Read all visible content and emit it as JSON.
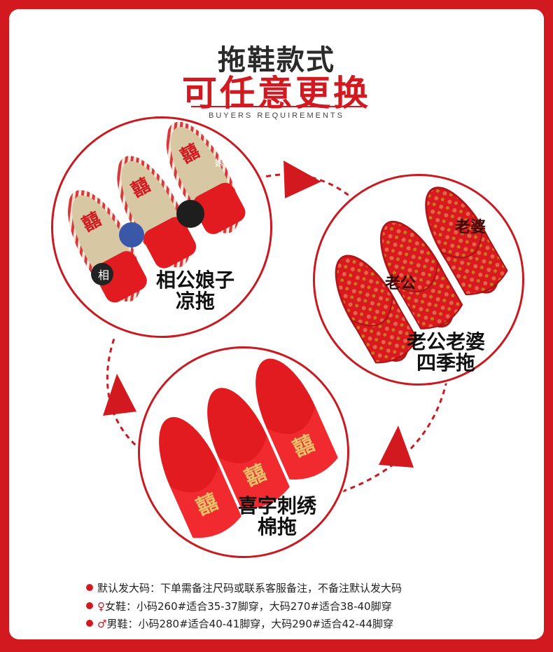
{
  "header": {
    "title_line1": "拖鞋款式",
    "title_line2": "可任意更换",
    "subtitle": "BUYERS REQUIREMENTS"
  },
  "styles": [
    {
      "label_line1": "相公娘子",
      "label_line2": "凉拖",
      "caption_a": "相",
      "caption_b": "娘子"
    },
    {
      "label_line1": "老公老婆",
      "label_line2": "四季拖",
      "caption_a": "老公",
      "caption_b": "老婆"
    },
    {
      "label_line1": "喜字刺绣",
      "label_line2": "棉拖"
    }
  ],
  "notes": [
    {
      "symbol": "",
      "prefix": "默认发大码：",
      "text": "下单需备注尺码或联系客服备注，不备注默认发大码"
    },
    {
      "symbol": "♀",
      "prefix": "女鞋：",
      "text": "小码260#适合35-37脚穿，大码270#适合38-40脚穿"
    },
    {
      "symbol": "♂",
      "prefix": "男鞋：",
      "text": "小码280#适合40-41脚穿，大码290#适合42-44脚穿"
    }
  ],
  "colors": {
    "accent": "#d31920",
    "slipper_red": "#e11b1f",
    "embroidery_gold": "#e8c06a",
    "linen": "#d8c7a3"
  }
}
